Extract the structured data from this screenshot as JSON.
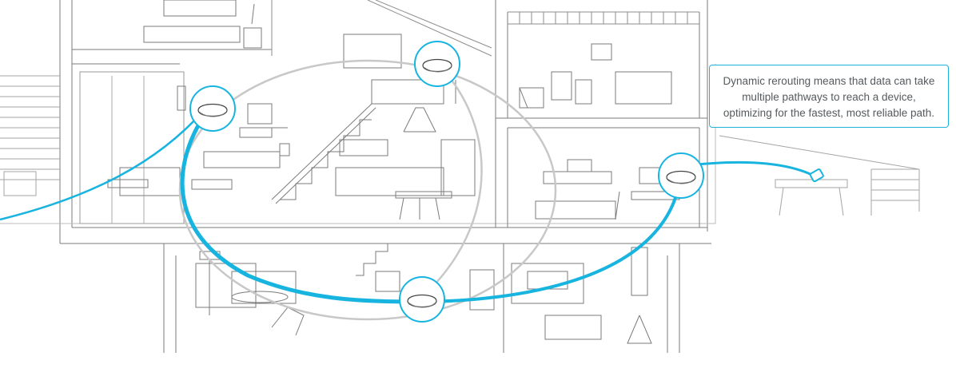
{
  "callout": {
    "lines": [
      "Dynamic rerouting means that data can take",
      "multiple pathways to reach a device,",
      "optimizing for the fastest, most reliable path."
    ]
  },
  "colors": {
    "mesh_path": "#18b4e0",
    "alt_path": "#c8c8c8",
    "line_art": "#7b7b7b",
    "callout_border": "#1fb2d8",
    "callout_text": "#555a5e"
  },
  "icons": [
    "mesh-router-icon",
    "tablet-device-icon",
    "house-cutaway-illustration"
  ]
}
